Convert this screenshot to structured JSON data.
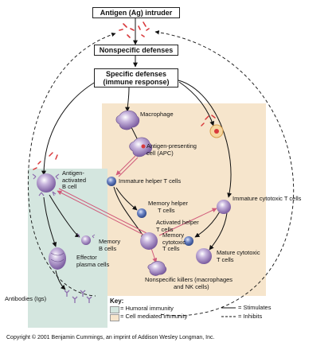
{
  "colors": {
    "humoral": "#d4e6df",
    "cell_mediated": "#f6e5cc",
    "cell_purple": "#8e6fae",
    "cell_light": "#c9b7de",
    "cell_blue": "#4a63a8",
    "antigen": "#d8393c",
    "stimulate_arrow": "#d05a7a"
  },
  "boxes": {
    "antigen": "Antigen (Ag) intruder",
    "nonspecific": "Nonspecific defenses",
    "specific_line1": "Specific defenses",
    "specific_line2": "(immune response)"
  },
  "labels": {
    "macrophage": "Macrophage",
    "apc_1": "Antigen-presenting",
    "apc_2": "cell (APC)",
    "immature_helper": "Immature helper T cells",
    "activated_b_1": "Antigen-",
    "activated_b_2": "activated",
    "activated_b_3": "B cell",
    "memory_helper_1": "Memory helper",
    "memory_helper_2": "T cells",
    "activated_helper_1": "Activated helper",
    "activated_helper_2": "T cells",
    "immature_cytotoxic": "Immature cytotoxic T cells",
    "memory_b_1": "Memory",
    "memory_b_2": "B cells",
    "memory_cytotoxic_1": "Memory",
    "memory_cytotoxic_2": "cytotoxic",
    "memory_cytotoxic_3": "T cells",
    "mature_cytotoxic_1": "Mature cytotoxic",
    "mature_cytotoxic_2": "T cells",
    "effector_1": "Effector",
    "effector_2": "plasma cells",
    "killers_1": "Nonspecific killers (macrophages",
    "killers_2": "and NK cells)",
    "antibodies": "Antibodies (Igs)"
  },
  "key": {
    "title": "Key:",
    "humoral": "= Humoral immunity",
    "cell_mediated": "= Cell mediated immunity",
    "stimulates": "= Stimulates",
    "inhibits": "= Inhibits"
  },
  "copyright": "Copyright © 2001 Benjamin Cummings, an imprint of Addison Wesley Longman, Inc."
}
